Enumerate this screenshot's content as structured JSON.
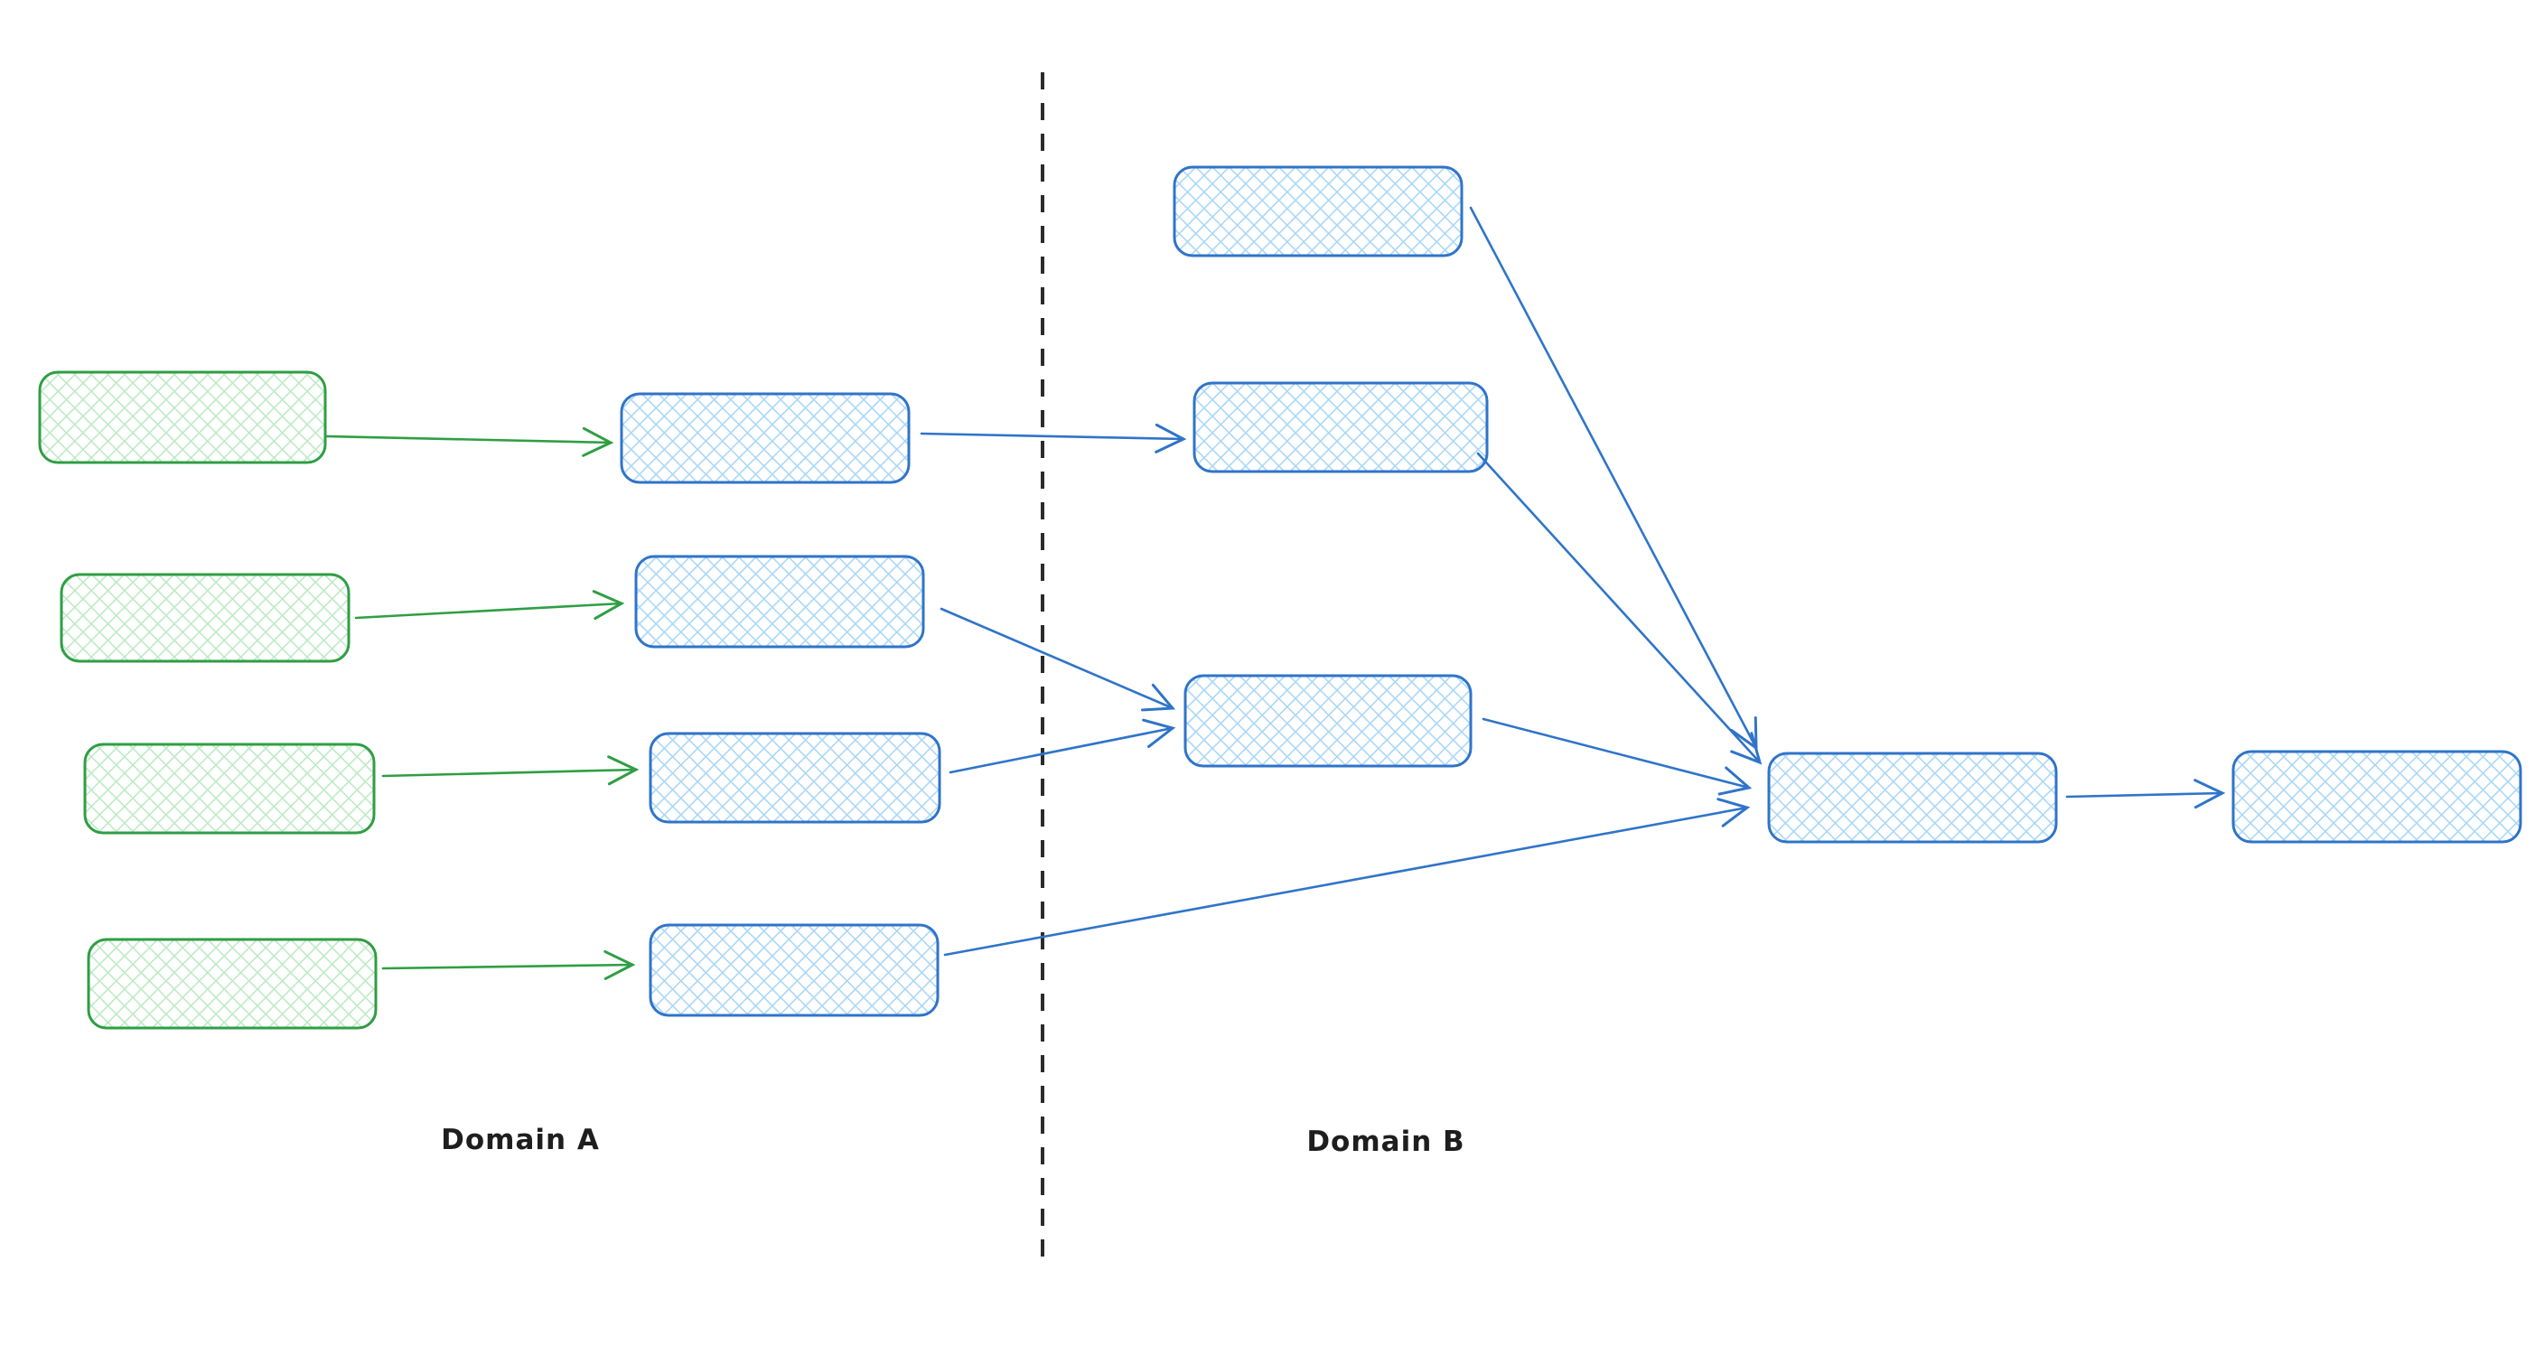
{
  "page": {
    "background": "#ffffff"
  },
  "diagram": {
    "labels": {
      "domain_a": "Domain A",
      "domain_b": "Domain B"
    },
    "colors": {
      "green_stroke": "#2f9e44",
      "green_fill": "#bfe9c6",
      "blue_stroke": "#2f74c9",
      "blue_fill": "#abd7f6",
      "divider": "#2b2b2b",
      "label_text": "#1e1e1e"
    },
    "divider": {
      "orientation": "vertical",
      "style": "dashed",
      "separates": [
        "Domain A",
        "Domain B"
      ]
    },
    "nodes": [
      {
        "id": "a-source-1",
        "domain": "Domain A",
        "color": "green",
        "fill_style": "cross-hatch",
        "label": ""
      },
      {
        "id": "a-source-2",
        "domain": "Domain A",
        "color": "green",
        "fill_style": "cross-hatch",
        "label": ""
      },
      {
        "id": "a-source-3",
        "domain": "Domain A",
        "color": "green",
        "fill_style": "cross-hatch",
        "label": ""
      },
      {
        "id": "a-source-4",
        "domain": "Domain A",
        "color": "green",
        "fill_style": "cross-hatch",
        "label": ""
      },
      {
        "id": "a-stage-1",
        "domain": "Domain A",
        "color": "blue",
        "fill_style": "cross-hatch",
        "label": ""
      },
      {
        "id": "a-stage-2",
        "domain": "Domain A",
        "color": "blue",
        "fill_style": "cross-hatch",
        "label": ""
      },
      {
        "id": "a-stage-3",
        "domain": "Domain A",
        "color": "blue",
        "fill_style": "cross-hatch",
        "label": ""
      },
      {
        "id": "a-stage-4",
        "domain": "Domain A",
        "color": "blue",
        "fill_style": "cross-hatch",
        "label": ""
      },
      {
        "id": "b-node-1",
        "domain": "Domain B",
        "color": "blue",
        "fill_style": "cross-hatch",
        "label": ""
      },
      {
        "id": "b-node-2",
        "domain": "Domain B",
        "color": "blue",
        "fill_style": "cross-hatch",
        "label": ""
      },
      {
        "id": "b-node-3",
        "domain": "Domain B",
        "color": "blue",
        "fill_style": "cross-hatch",
        "label": ""
      },
      {
        "id": "b-aggregate",
        "domain": "Domain B",
        "color": "blue",
        "fill_style": "cross-hatch",
        "label": ""
      },
      {
        "id": "b-output",
        "domain": "Domain B",
        "color": "blue",
        "fill_style": "cross-hatch",
        "label": ""
      }
    ],
    "edges": [
      {
        "from": "a-source-1",
        "to": "a-stage-1",
        "color": "green"
      },
      {
        "from": "a-source-2",
        "to": "a-stage-2",
        "color": "green"
      },
      {
        "from": "a-source-3",
        "to": "a-stage-3",
        "color": "green"
      },
      {
        "from": "a-source-4",
        "to": "a-stage-4",
        "color": "green"
      },
      {
        "from": "a-stage-1",
        "to": "b-node-2",
        "color": "blue"
      },
      {
        "from": "a-stage-2",
        "to": "b-node-3",
        "color": "blue"
      },
      {
        "from": "a-stage-3",
        "to": "b-node-3",
        "color": "blue"
      },
      {
        "from": "a-stage-4",
        "to": "b-aggregate",
        "color": "blue"
      },
      {
        "from": "b-node-1",
        "to": "b-aggregate",
        "color": "blue"
      },
      {
        "from": "b-node-2",
        "to": "b-aggregate",
        "color": "blue"
      },
      {
        "from": "b-node-3",
        "to": "b-aggregate",
        "color": "blue"
      },
      {
        "from": "b-aggregate",
        "to": "b-output",
        "color": "blue"
      }
    ]
  }
}
